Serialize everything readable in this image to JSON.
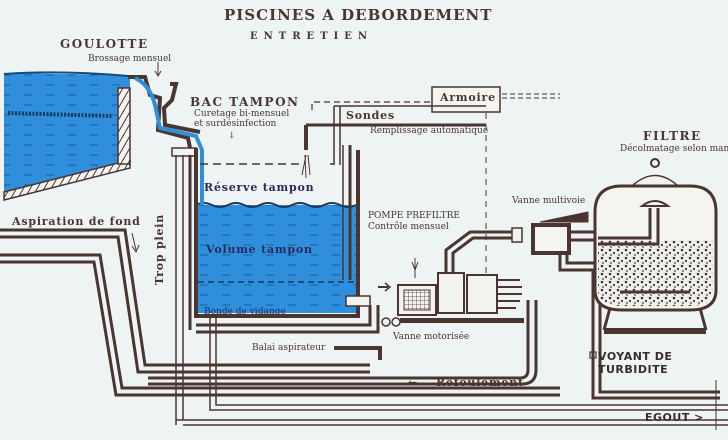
{
  "title": "PISCINES A DEBORDEMENT",
  "subtitle": "ENTRETIEN",
  "labels": {
    "goulotte": "GOULOTTE",
    "goulotte_note": "Brossage mensuel",
    "bac_tampon": "BAC TAMPON",
    "bac_note_1": "Curetage bi-mensuel",
    "bac_note_2": "et surdésinfection",
    "armoire": "Armoire",
    "sondes": "Sondes",
    "remplissage": "Remplissage automatique",
    "reserve": "Réserve tampon",
    "volume": "Volume tampon",
    "bonde": "Bonde de vidange",
    "aspiration": "Aspiration de fond",
    "trop_plein": "Trop plein",
    "pompe": "POMPE PREFILTRE",
    "pompe_note": "Contrôle mensuel",
    "vanne_multivoie": "Vanne multivoie",
    "filtre": "FILTRE",
    "filtre_note": "Décolmatage selon mano",
    "balai": "Balai aspirateur",
    "vanne_motorisee": "Vanne motorisée",
    "refoulement": "Refoulement",
    "voyant_1": "VOYANT DE",
    "voyant_2": "TURBIDITE",
    "egout": "EGOUT >"
  },
  "colors": {
    "pipe": "#4a3530",
    "water": "#2f8fdc",
    "background": "#eef3f4"
  }
}
